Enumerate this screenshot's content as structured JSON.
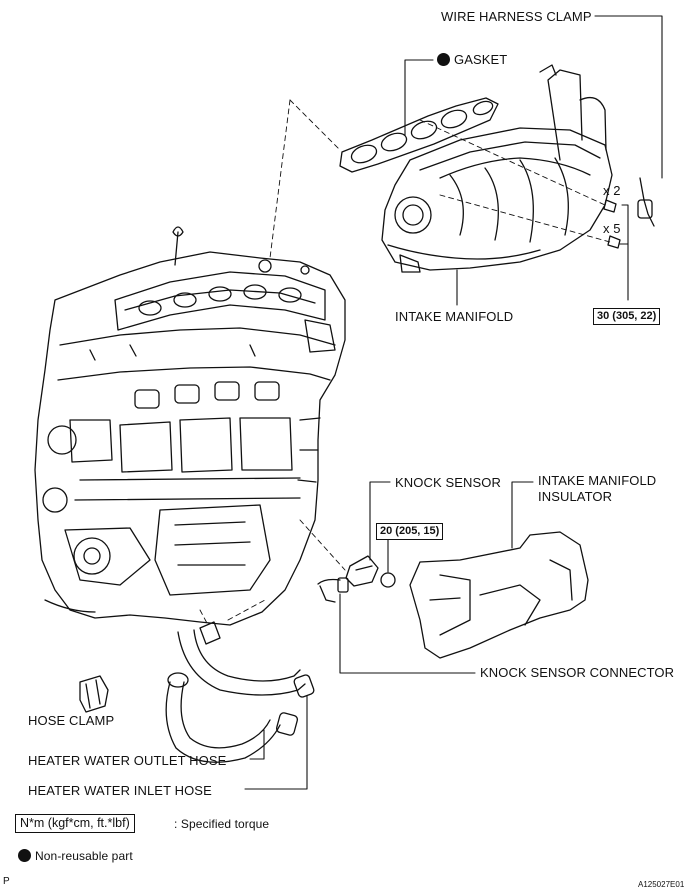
{
  "labels": {
    "wire_harness_clamp": "WIRE HARNESS CLAMP",
    "gasket": "GASKET",
    "intake_manifold": "INTAKE MANIFOLD",
    "knock_sensor": "KNOCK SENSOR",
    "intake_manifold_insulator_line1": "INTAKE MANIFOLD",
    "intake_manifold_insulator_line2": "INSULATOR",
    "knock_sensor_connector": "KNOCK SENSOR CONNECTOR",
    "hose_clamp": "HOSE CLAMP",
    "heater_water_outlet_hose": "HEATER WATER OUTLET HOSE",
    "heater_water_inlet_hose": "HEATER WATER INLET HOSE"
  },
  "quantities": {
    "bolts_x2": "x 2",
    "bolts_x5": "x 5"
  },
  "torque": {
    "intake_manifold": "30 (305, 22)",
    "knock_sensor": "20 (205, 15)"
  },
  "legend": {
    "torque_units": "N*m (kgf*cm, ft.*lbf)",
    "torque_desc": ": Specified torque",
    "non_reusable": "Non-reusable part"
  },
  "figure_code": "A125027E01",
  "corner_letter": "P"
}
